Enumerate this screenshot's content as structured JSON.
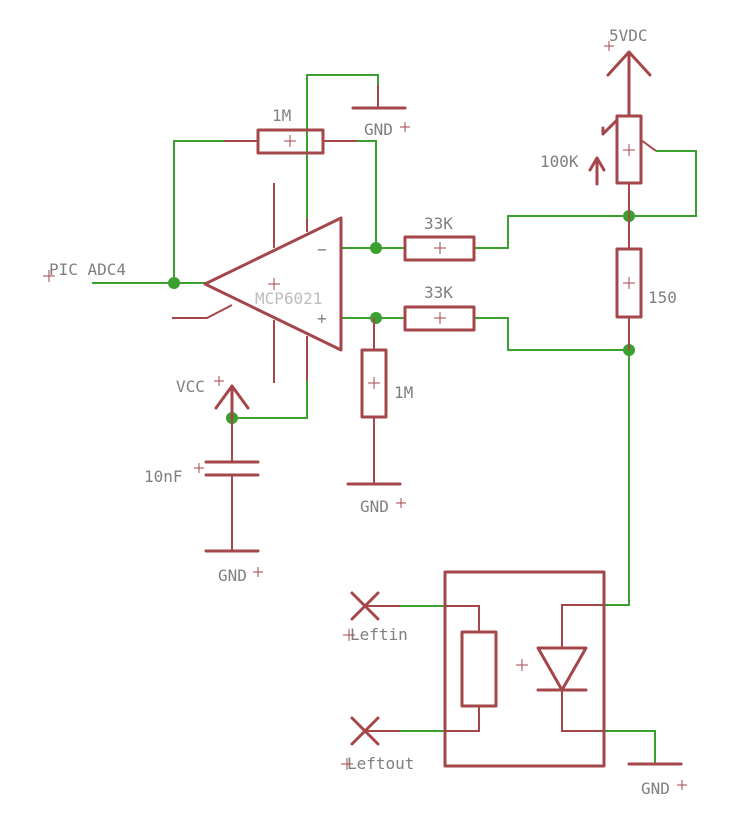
{
  "labels": {
    "supply_5v": "5VDC",
    "pot_value": "100K",
    "r_150": "150",
    "r_33k_top": "33K",
    "r_33k_bottom": "33K",
    "r_1m_feedback": "1M",
    "r_1m_bias": "1M",
    "opamp_part": "MCP6021",
    "net_pic_adc4": "PIC ADC4",
    "net_vcc": "VCC",
    "cap_value": "10nF",
    "gnd_top": "GND",
    "gnd_bias": "GND",
    "gnd_cap": "GND",
    "gnd_relay": "GND",
    "net_leftin": "Leftin",
    "net_leftout": "Leftout",
    "opamp_inv_sign": "−",
    "opamp_noninv_sign": "+"
  },
  "colors": {
    "component": "#a5474a",
    "wire": "#3aa02f",
    "label": "#7f7f7f"
  }
}
